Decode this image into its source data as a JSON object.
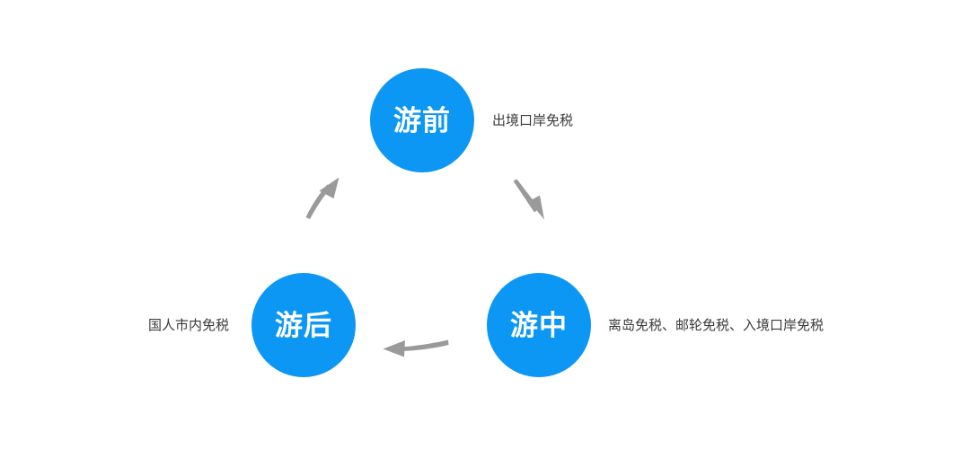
{
  "diagram": {
    "type": "cycle",
    "background_color": "#ffffff",
    "node_color": "#0d97f5",
    "node_text_color": "#ffffff",
    "caption_color": "#3a3a3a",
    "arrow_color": "#9a9a9a",
    "nodes": [
      {
        "id": "before",
        "label": "游前",
        "caption": "出境口岸免税",
        "caption_side": "right",
        "position": "top"
      },
      {
        "id": "during",
        "label": "游中",
        "caption": "离岛免税、邮轮免税、入境口岸免税",
        "caption_side": "right",
        "position": "bottom-right"
      },
      {
        "id": "after",
        "label": "游后",
        "caption": "国人市内免税",
        "caption_side": "left",
        "position": "bottom-left"
      }
    ],
    "arrows": [
      {
        "id": "before-to-during",
        "from": "before",
        "to": "during",
        "direction": "down-right"
      },
      {
        "id": "during-to-after",
        "from": "during",
        "to": "after",
        "direction": "left"
      },
      {
        "id": "after-to-before",
        "from": "after",
        "to": "before",
        "direction": "up-right"
      }
    ]
  }
}
